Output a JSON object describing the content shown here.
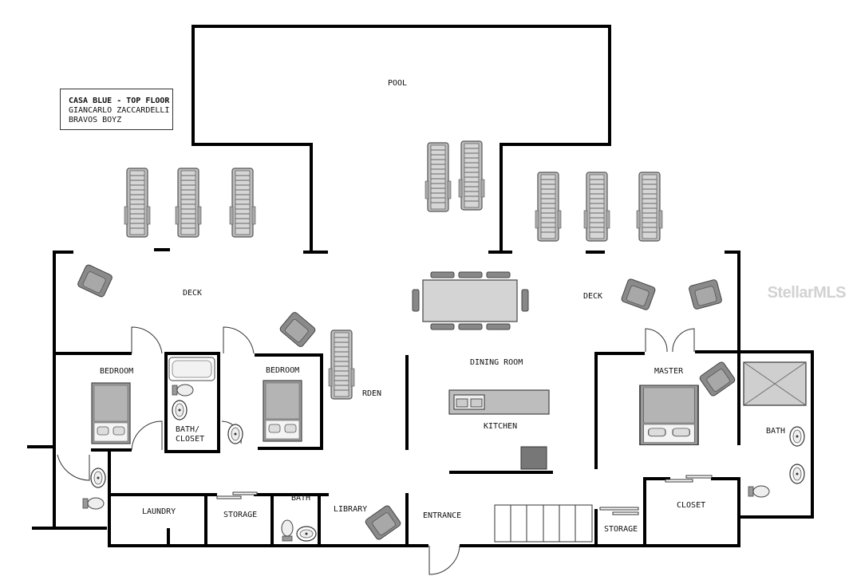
{
  "legend": {
    "title": "CASA BLUE - TOP FLOOR",
    "line1": "GIANCARLO ZACCARDELLI",
    "line2": "BRAVOS BOYZ"
  },
  "rooms": {
    "pool": "POOL",
    "deck_left": "DECK",
    "deck_right": "DECK",
    "bedroom_1": "BEDROOM",
    "bedroom_2": "BEDROOM",
    "bath_closet_1": "BATH/",
    "bath_closet_2": "CLOSET",
    "garden": "RDEN",
    "dining_room": "DINING ROOM",
    "kitchen": "KITCHEN",
    "master": "MASTER",
    "bath_master": "BATH",
    "closet": "CLOSET",
    "laundry": "LAUNDRY",
    "storage_left": "STORAGE",
    "bath_small": "BATH",
    "library": "LIBRARY",
    "entrance": "ENTRANCE",
    "storage_right": "STORAGE"
  },
  "watermark": "StellarMLS"
}
